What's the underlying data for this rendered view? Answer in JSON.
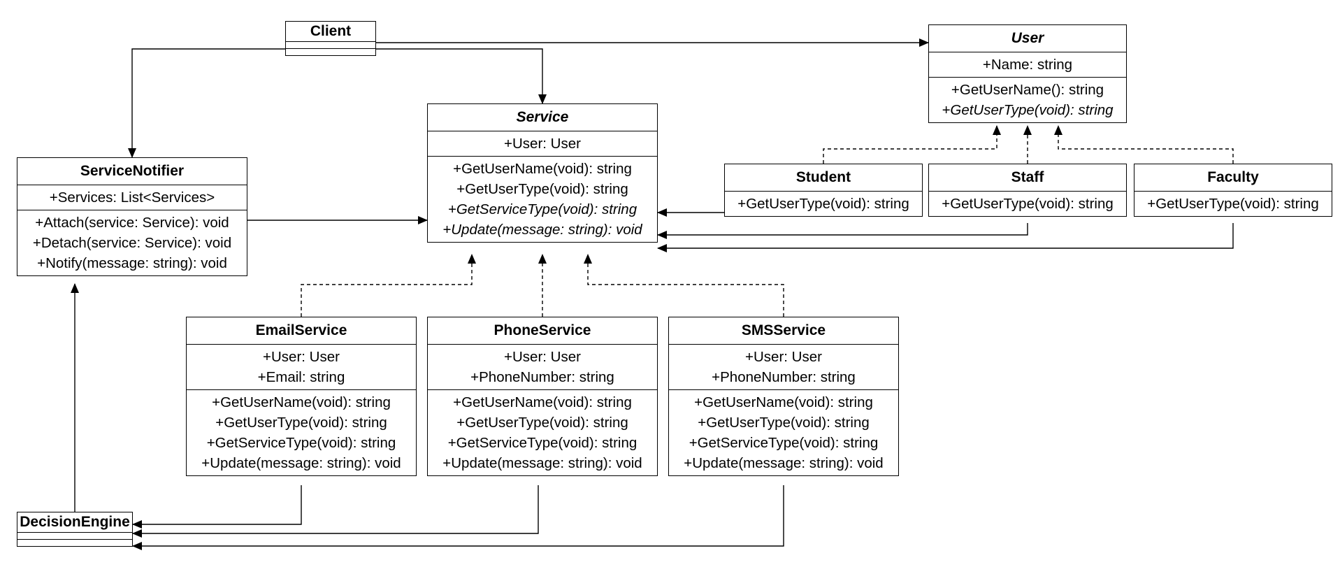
{
  "classes": {
    "client": {
      "name": "Client",
      "attributes": [],
      "operations": []
    },
    "user": {
      "name": "User",
      "abstract": true,
      "attributes": [
        "+Name: string"
      ],
      "operations": [
        {
          "text": "+GetUserName(): string",
          "abstract": false
        },
        {
          "text": "+GetUserType(void): string",
          "abstract": true
        }
      ]
    },
    "service": {
      "name": "Service",
      "abstract": true,
      "attributes": [
        "+User: User"
      ],
      "operations": [
        {
          "text": "+GetUserName(void): string",
          "abstract": false
        },
        {
          "text": "+GetUserType(void): string",
          "abstract": false
        },
        {
          "text": "+GetServiceType(void): string",
          "abstract": true
        },
        {
          "text": "+Update(message: string): void",
          "abstract": true
        }
      ]
    },
    "service_notifier": {
      "name": "ServiceNotifier",
      "attributes": [
        "+Services: List<Services>"
      ],
      "operations": [
        "+Attach(service: Service): void",
        "+Detach(service: Service): void",
        "+Notify(message: string): void"
      ]
    },
    "student": {
      "name": "Student",
      "attributes": [],
      "operations": [
        "+GetUserType(void): string"
      ]
    },
    "staff": {
      "name": "Staff",
      "attributes": [],
      "operations": [
        "+GetUserType(void): string"
      ]
    },
    "faculty": {
      "name": "Faculty",
      "attributes": [],
      "operations": [
        "+GetUserType(void): string"
      ]
    },
    "email_service": {
      "name": "EmailService",
      "attributes": [
        "+User: User",
        "+Email: string"
      ],
      "operations": [
        "+GetUserName(void): string",
        "+GetUserType(void): string",
        "+GetServiceType(void): string",
        "+Update(message: string): void"
      ]
    },
    "phone_service": {
      "name": "PhoneService",
      "attributes": [
        "+User: User",
        "+PhoneNumber: string"
      ],
      "operations": [
        "+GetUserName(void): string",
        "+GetUserType(void): string",
        "+GetServiceType(void): string",
        "+Update(message: string): void"
      ]
    },
    "sms_service": {
      "name": "SMSService",
      "attributes": [
        "+User: User",
        "+PhoneNumber: string"
      ],
      "operations": [
        "+GetUserName(void): string",
        "+GetUserType(void): string",
        "+GetServiceType(void): string",
        "+Update(message: string): void"
      ]
    },
    "decision_engine": {
      "name": "DecisionEngine",
      "attributes": [],
      "operations": []
    }
  },
  "relationships": [
    {
      "from": "Client",
      "to": "User",
      "kind": "association"
    },
    {
      "from": "Client",
      "to": "Service",
      "kind": "association"
    },
    {
      "from": "Client",
      "to": "ServiceNotifier",
      "kind": "association"
    },
    {
      "from": "ServiceNotifier",
      "to": "Service",
      "kind": "association"
    },
    {
      "from": "Student",
      "to": "User",
      "kind": "realization"
    },
    {
      "from": "Staff",
      "to": "User",
      "kind": "realization"
    },
    {
      "from": "Faculty",
      "to": "User",
      "kind": "realization"
    },
    {
      "from": "Student",
      "to": "Service",
      "kind": "association"
    },
    {
      "from": "Staff",
      "to": "Service",
      "kind": "association"
    },
    {
      "from": "Faculty",
      "to": "Service",
      "kind": "association"
    },
    {
      "from": "EmailService",
      "to": "Service",
      "kind": "realization"
    },
    {
      "from": "PhoneService",
      "to": "Service",
      "kind": "realization"
    },
    {
      "from": "SMSService",
      "to": "Service",
      "kind": "realization"
    },
    {
      "from": "EmailService",
      "to": "DecisionEngine",
      "kind": "association"
    },
    {
      "from": "PhoneService",
      "to": "DecisionEngine",
      "kind": "association"
    },
    {
      "from": "SMSService",
      "to": "DecisionEngine",
      "kind": "association"
    },
    {
      "from": "DecisionEngine",
      "to": "ServiceNotifier",
      "kind": "association"
    }
  ],
  "colors": {
    "line": "#000000",
    "background": "#ffffff"
  }
}
